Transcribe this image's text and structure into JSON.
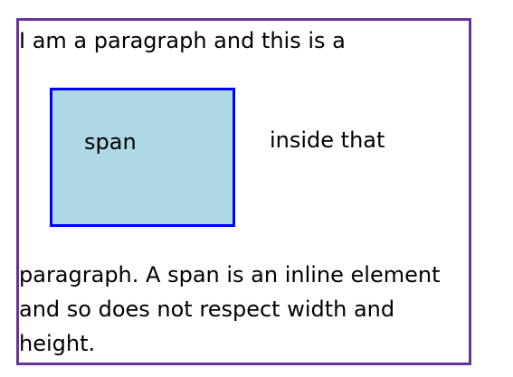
{
  "paragraph": {
    "line1": "I am a paragraph and this is a",
    "span_text": "span",
    "inside_text": "inside that",
    "line2": "paragraph. A span is an inline element",
    "line3": "and so does not respect width and",
    "line4": "height."
  },
  "colors": {
    "paragraph_border": "#663399",
    "span_background": "#add8e6",
    "span_border": "#0000ff"
  }
}
